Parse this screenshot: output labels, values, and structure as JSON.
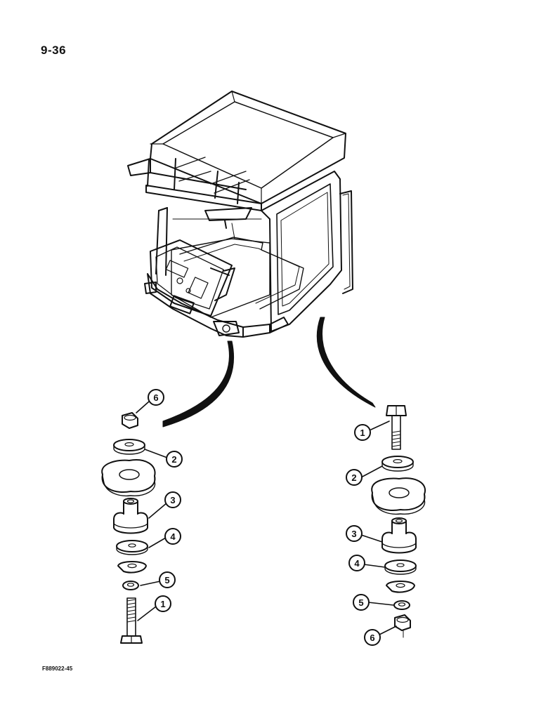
{
  "page": {
    "page_number": "9-36",
    "figure_code": "F889022-45"
  },
  "callouts": {
    "left": {
      "c6": "6",
      "c2": "2",
      "c3": "3",
      "c4": "4",
      "c5": "5",
      "c1": "1"
    },
    "right": {
      "c1": "1",
      "c2": "2",
      "c3": "3",
      "c4": "4",
      "c5": "5",
      "c6": "6"
    }
  }
}
